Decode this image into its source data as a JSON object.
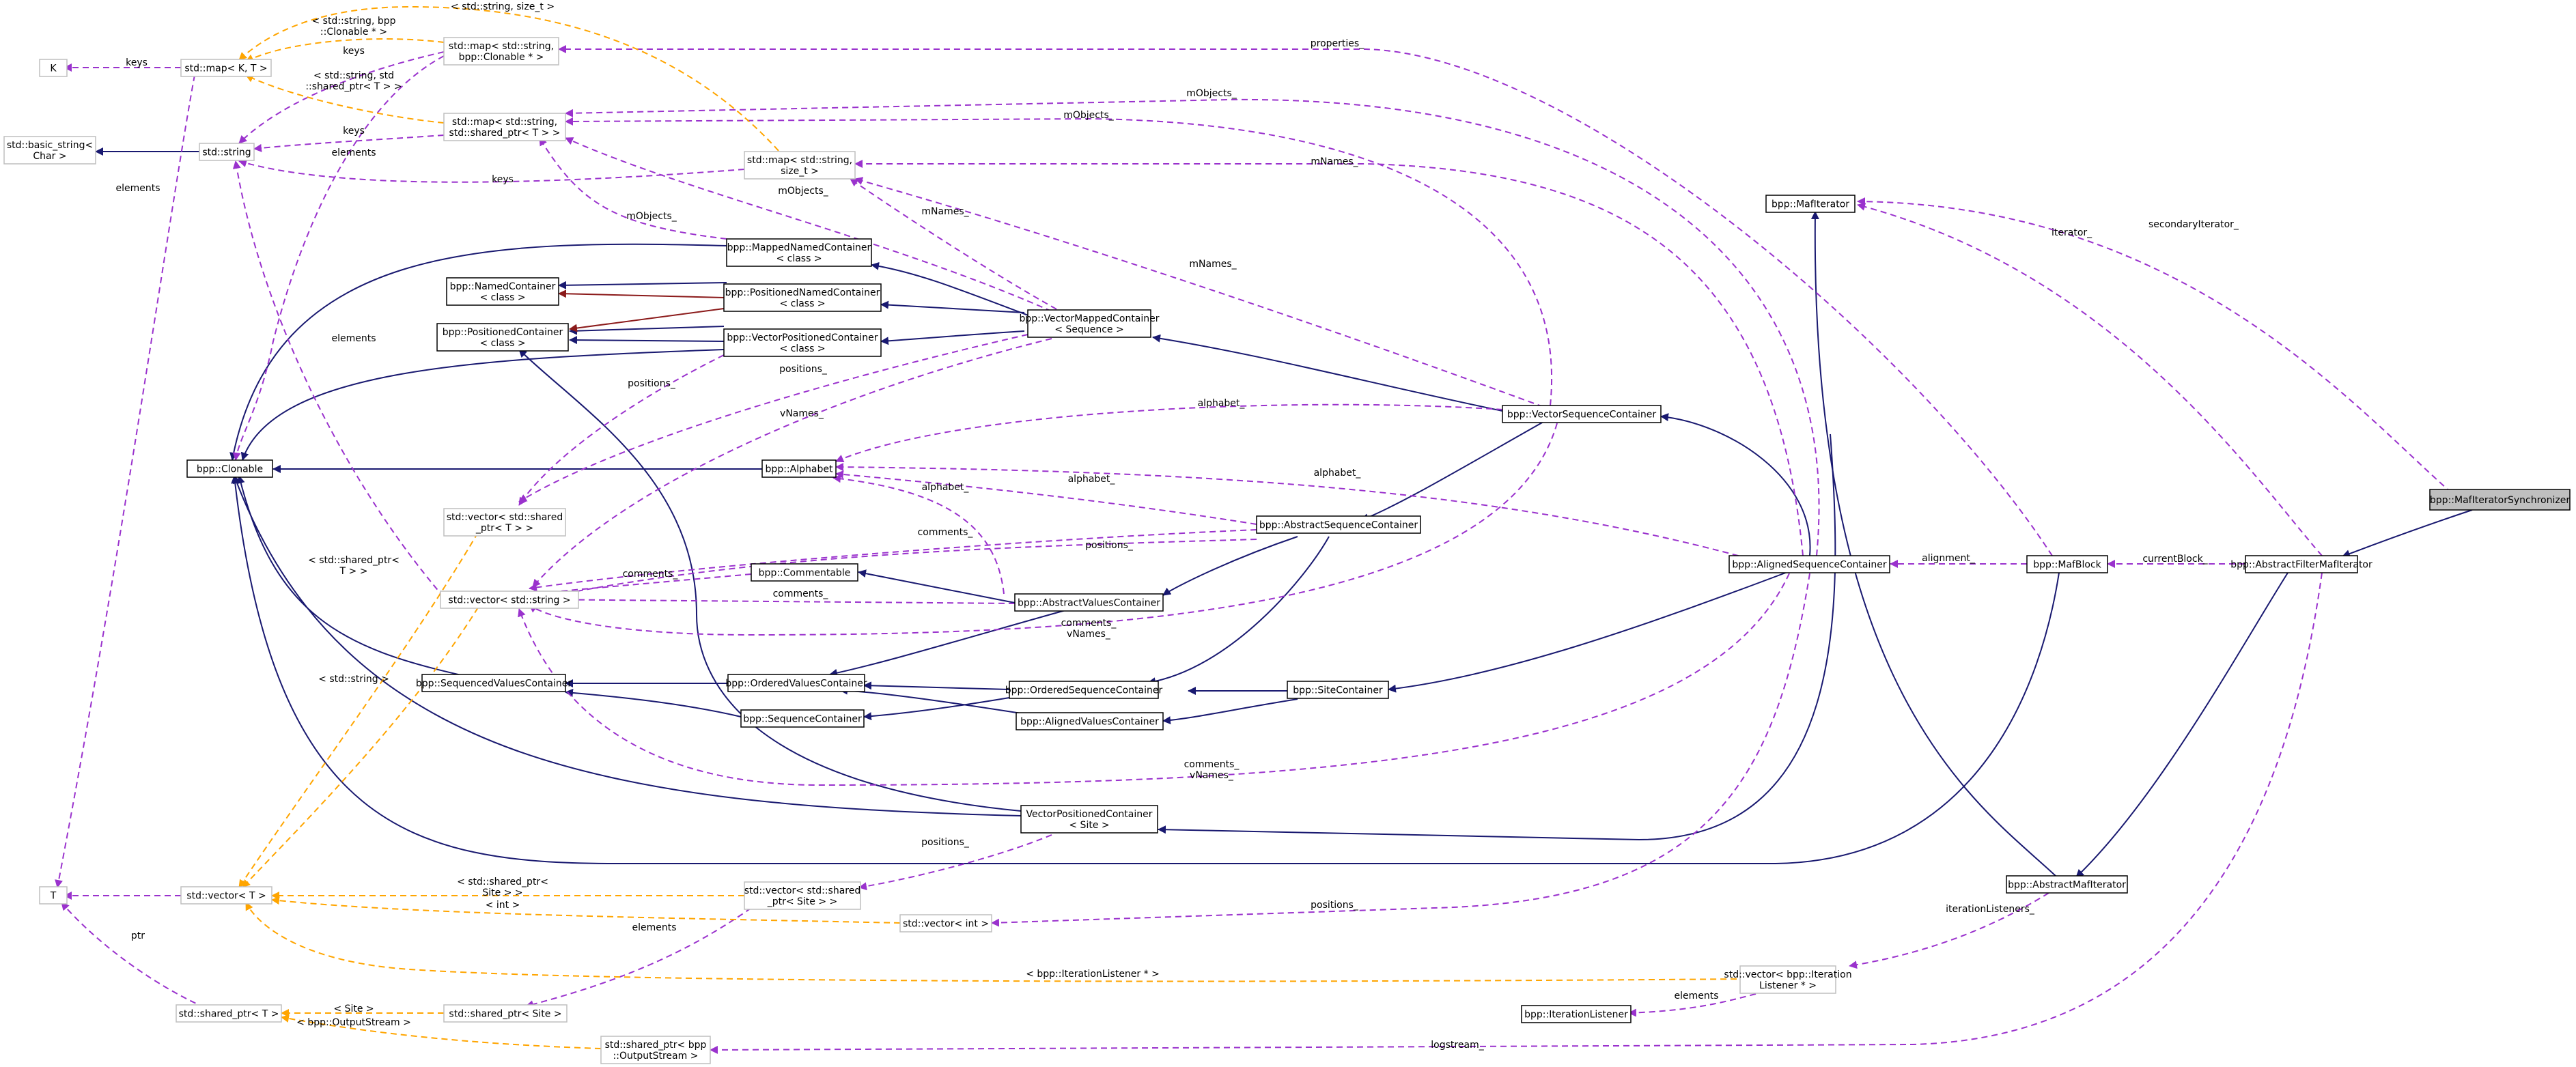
{
  "title": "bpp::MafIteratorSynchronizer collaboration graph",
  "colors": {
    "inheritance": "#191970",
    "usage": "#9a32cd",
    "template": "#ffa500",
    "private_inheritance": "#8b1a1a",
    "class_border": "#000000",
    "template_border": "#bfbfbf",
    "focus_fill": "#bfbfbf"
  },
  "nodes": [
    {
      "id": "n1",
      "lines": [
        "bpp::MafIteratorSynchronizer"
      ],
      "kind": "focus"
    },
    {
      "id": "n2",
      "lines": [
        "bpp::AbstractFilterMafIterator"
      ],
      "kind": "class"
    },
    {
      "id": "n3",
      "lines": [
        "bpp::AbstractMafIterator"
      ],
      "kind": "class"
    },
    {
      "id": "n4",
      "lines": [
        "bpp::MafIterator"
      ],
      "kind": "class"
    },
    {
      "id": "n5",
      "lines": [
        "std::vector< bpp::Iteration",
        "Listener * >"
      ],
      "kind": "template"
    },
    {
      "id": "n6",
      "lines": [
        "bpp::IterationListener"
      ],
      "kind": "class"
    },
    {
      "id": "n7",
      "lines": [
        "std::vector< T >"
      ],
      "kind": "template"
    },
    {
      "id": "n8",
      "lines": [
        "T"
      ],
      "kind": "template"
    },
    {
      "id": "n9",
      "lines": [
        "bpp::MafBlock"
      ],
      "kind": "class"
    },
    {
      "id": "n10",
      "lines": [
        "bpp::Clonable"
      ],
      "kind": "class"
    },
    {
      "id": "n11",
      "lines": [
        "bpp::AlignedSequenceContainer"
      ],
      "kind": "class"
    },
    {
      "id": "n12",
      "lines": [
        "bpp::VectorSequenceContainer"
      ],
      "kind": "class"
    },
    {
      "id": "n13",
      "lines": [
        "bpp::AbstractSequenceContainer"
      ],
      "kind": "class"
    },
    {
      "id": "n14",
      "lines": [
        "bpp::AbstractValuesContainer"
      ],
      "kind": "class"
    },
    {
      "id": "n15",
      "lines": [
        "bpp::OrderedValuesContainer"
      ],
      "kind": "class"
    },
    {
      "id": "n16",
      "lines": [
        "bpp::SequencedValuesContainer"
      ],
      "kind": "class"
    },
    {
      "id": "n17",
      "lines": [
        "bpp::Commentable"
      ],
      "kind": "class"
    },
    {
      "id": "n18",
      "lines": [
        "std::vector< std::string >"
      ],
      "kind": "template"
    },
    {
      "id": "n19",
      "lines": [
        "std::string"
      ],
      "kind": "template"
    },
    {
      "id": "n20",
      "lines": [
        "std::basic_string<",
        "Char >"
      ],
      "kind": "template"
    },
    {
      "id": "n21",
      "lines": [
        "bpp::Alphabet"
      ],
      "kind": "class"
    },
    {
      "id": "n22",
      "lines": [
        "bpp::OrderedSequenceContainer"
      ],
      "kind": "class"
    },
    {
      "id": "n23",
      "lines": [
        "bpp::SequenceContainer"
      ],
      "kind": "class"
    },
    {
      "id": "n24",
      "lines": [
        "bpp::VectorMappedContainer",
        "< Sequence >"
      ],
      "kind": "class"
    },
    {
      "id": "n25",
      "lines": [
        "bpp::MappedNamedContainer",
        "< class >"
      ],
      "kind": "class"
    },
    {
      "id": "n26",
      "lines": [
        "bpp::NamedContainer",
        "< class >"
      ],
      "kind": "class"
    },
    {
      "id": "n27",
      "lines": [
        "std::map< std::string,",
        "std::shared_ptr< T > >"
      ],
      "kind": "template"
    },
    {
      "id": "n28",
      "lines": [
        "std::map< K, T >"
      ],
      "kind": "template"
    },
    {
      "id": "n29",
      "lines": [
        "K"
      ],
      "kind": "template"
    },
    {
      "id": "n30",
      "lines": [
        "bpp::PositionedNamedContainer",
        "< class >"
      ],
      "kind": "class"
    },
    {
      "id": "n31",
      "lines": [
        "bpp::PositionedContainer",
        "< class >"
      ],
      "kind": "class"
    },
    {
      "id": "n32",
      "lines": [
        "bpp::VectorPositionedContainer",
        "< class >"
      ],
      "kind": "class"
    },
    {
      "id": "n33",
      "lines": [
        "std::vector< std::shared",
        "_ptr< T > >"
      ],
      "kind": "template"
    },
    {
      "id": "n34",
      "lines": [
        "std::map< std::string,",
        "size_t >"
      ],
      "kind": "template"
    },
    {
      "id": "n35",
      "lines": [
        "bpp::SiteContainer"
      ],
      "kind": "class"
    },
    {
      "id": "n36",
      "lines": [
        "bpp::AlignedValuesContainer"
      ],
      "kind": "class"
    },
    {
      "id": "n37",
      "lines": [
        "VectorPositionedContainer",
        "< Site >"
      ],
      "kind": "class"
    },
    {
      "id": "n38",
      "lines": [
        "std::vector< std::shared",
        "_ptr< Site > >"
      ],
      "kind": "template"
    },
    {
      "id": "n39",
      "lines": [
        "std::shared_ptr< Site >"
      ],
      "kind": "template"
    },
    {
      "id": "n40",
      "lines": [
        "std::shared_ptr< T >"
      ],
      "kind": "template"
    },
    {
      "id": "n41",
      "lines": [
        "std::vector< int >"
      ],
      "kind": "template"
    },
    {
      "id": "n42",
      "lines": [
        "std::map< std::string,",
        "bpp::Clonable * >"
      ],
      "kind": "template"
    },
    {
      "id": "n43",
      "lines": [
        "std::shared_ptr< bpp",
        "::OutputStream >"
      ],
      "kind": "template"
    }
  ],
  "edge_labels": [
    {
      "id": "l1",
      "lines": [
        "secondaryIterator_"
      ]
    },
    {
      "id": "l2",
      "lines": [
        "iterator_"
      ]
    },
    {
      "id": "l3",
      "lines": [
        "currentBlock_"
      ]
    },
    {
      "id": "l4",
      "lines": [
        "iterationListeners_"
      ]
    },
    {
      "id": "l5",
      "lines": [
        "elements"
      ]
    },
    {
      "id": "l6",
      "lines": [
        "< bpp::IterationListener * >"
      ]
    },
    {
      "id": "l7",
      "lines": [
        "elements"
      ]
    },
    {
      "id": "l8",
      "lines": [
        "alignment_"
      ]
    },
    {
      "id": "l9",
      "lines": [
        "properties_"
      ]
    },
    {
      "id": "l10",
      "lines": [
        "alphabet_"
      ]
    },
    {
      "id": "l11",
      "lines": [
        "alphabet_"
      ]
    },
    {
      "id": "l12",
      "lines": [
        "alphabet_"
      ]
    },
    {
      "id": "l13",
      "lines": [
        "alphabet_"
      ]
    },
    {
      "id": "l14",
      "lines": [
        "comments_"
      ]
    },
    {
      "id": "l15",
      "lines": [
        "comments_"
      ]
    },
    {
      "id": "l16",
      "lines": [
        "comments_"
      ]
    },
    {
      "id": "l17",
      "lines": [
        "comments_",
        "vNames_"
      ]
    },
    {
      "id": "l18",
      "lines": [
        "comments_",
        "vNames_"
      ]
    },
    {
      "id": "l19",
      "lines": [
        "vNames_"
      ]
    },
    {
      "id": "l20",
      "lines": [
        "positions_"
      ]
    },
    {
      "id": "l21",
      "lines": [
        "positions_"
      ]
    },
    {
      "id": "l22",
      "lines": [
        "positions_"
      ]
    },
    {
      "id": "l23",
      "lines": [
        "positions_"
      ]
    },
    {
      "id": "l24",
      "lines": [
        "positions_"
      ]
    },
    {
      "id": "l25",
      "lines": [
        "mNames_"
      ]
    },
    {
      "id": "l26",
      "lines": [
        "mNames_"
      ]
    },
    {
      "id": "l27",
      "lines": [
        "mNames_"
      ]
    },
    {
      "id": "l28",
      "lines": [
        "mObjects_"
      ]
    },
    {
      "id": "l29",
      "lines": [
        "mObjects_"
      ]
    },
    {
      "id": "l30",
      "lines": [
        "mObjects_"
      ]
    },
    {
      "id": "l31",
      "lines": [
        "mObjects_"
      ]
    },
    {
      "id": "l32",
      "lines": [
        "keys"
      ]
    },
    {
      "id": "l33",
      "lines": [
        "keys"
      ]
    },
    {
      "id": "l34",
      "lines": [
        "keys"
      ]
    },
    {
      "id": "l35",
      "lines": [
        "keys"
      ]
    },
    {
      "id": "l36",
      "lines": [
        "elements"
      ]
    },
    {
      "id": "l37",
      "lines": [
        "elements"
      ]
    },
    {
      "id": "l38",
      "lines": [
        "elements"
      ]
    },
    {
      "id": "l39",
      "lines": [
        "< std::string, size_t >"
      ]
    },
    {
      "id": "l40",
      "lines": [
        "< std::string, bpp",
        "::Clonable * >"
      ]
    },
    {
      "id": "l41",
      "lines": [
        "< std::string, std",
        "::shared_ptr< T > >"
      ]
    },
    {
      "id": "l42",
      "lines": [
        "< std::shared_ptr<",
        "T > >"
      ]
    },
    {
      "id": "l43",
      "lines": [
        "< std::string >"
      ]
    },
    {
      "id": "l44",
      "lines": [
        "< std::shared_ptr<",
        "Site > >"
      ]
    },
    {
      "id": "l45",
      "lines": [
        "< int >"
      ]
    },
    {
      "id": "l46",
      "lines": [
        "ptr"
      ]
    },
    {
      "id": "l47",
      "lines": [
        "< Site >"
      ]
    },
    {
      "id": "l48",
      "lines": [
        "< bpp::OutputStream >"
      ]
    },
    {
      "id": "l49",
      "lines": [
        "logstream_"
      ]
    }
  ]
}
